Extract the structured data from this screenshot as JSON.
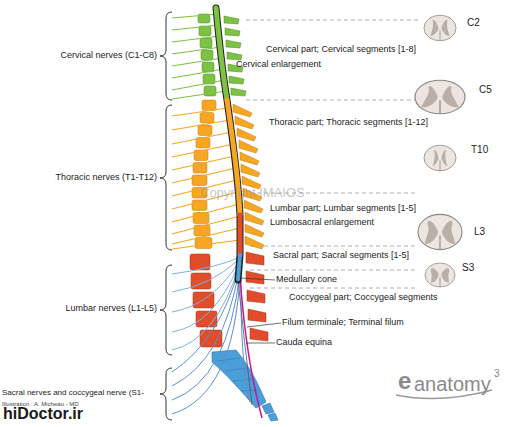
{
  "diagram": {
    "labels": [
      "C2",
      "Cervical part; Cervical segments [1-8]",
      "Cervical nerves (C1-C8)",
      "Cervical enlargement",
      "C5",
      "Thoracic part; Thoracic segments [1-12]",
      "T10",
      "Thoracic nerves (T1-T12)",
      "Copyright IMAIOS",
      "Lumbar part; Lumbar segments [1-5]",
      "Lumbosacral enlargement",
      "L3",
      "Sacral part; Sacral segments [1-5]",
      "S3",
      "Medullary cone",
      "Coccygeal part; Coccygeal segments",
      "Lumbar nerves (L1-L5)",
      "Filum terminale; Terminal filum",
      "Cauda equina",
      "e",
      "anatomy",
      "3",
      "Sacral nerves and coccygeal nerve (S1-",
      "Illustration : A. Micheau - MD",
      "hiDoctor.ir"
    ]
  }
}
